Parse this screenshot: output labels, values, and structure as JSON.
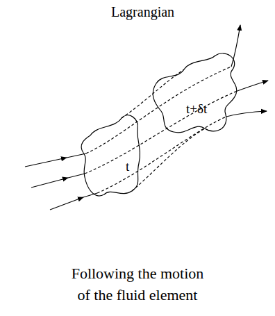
{
  "diagram": {
    "title": "Lagrangian",
    "caption": "Following the motion of the fluid element",
    "labels": [
      "t",
      "t+δt"
    ]
  }
}
